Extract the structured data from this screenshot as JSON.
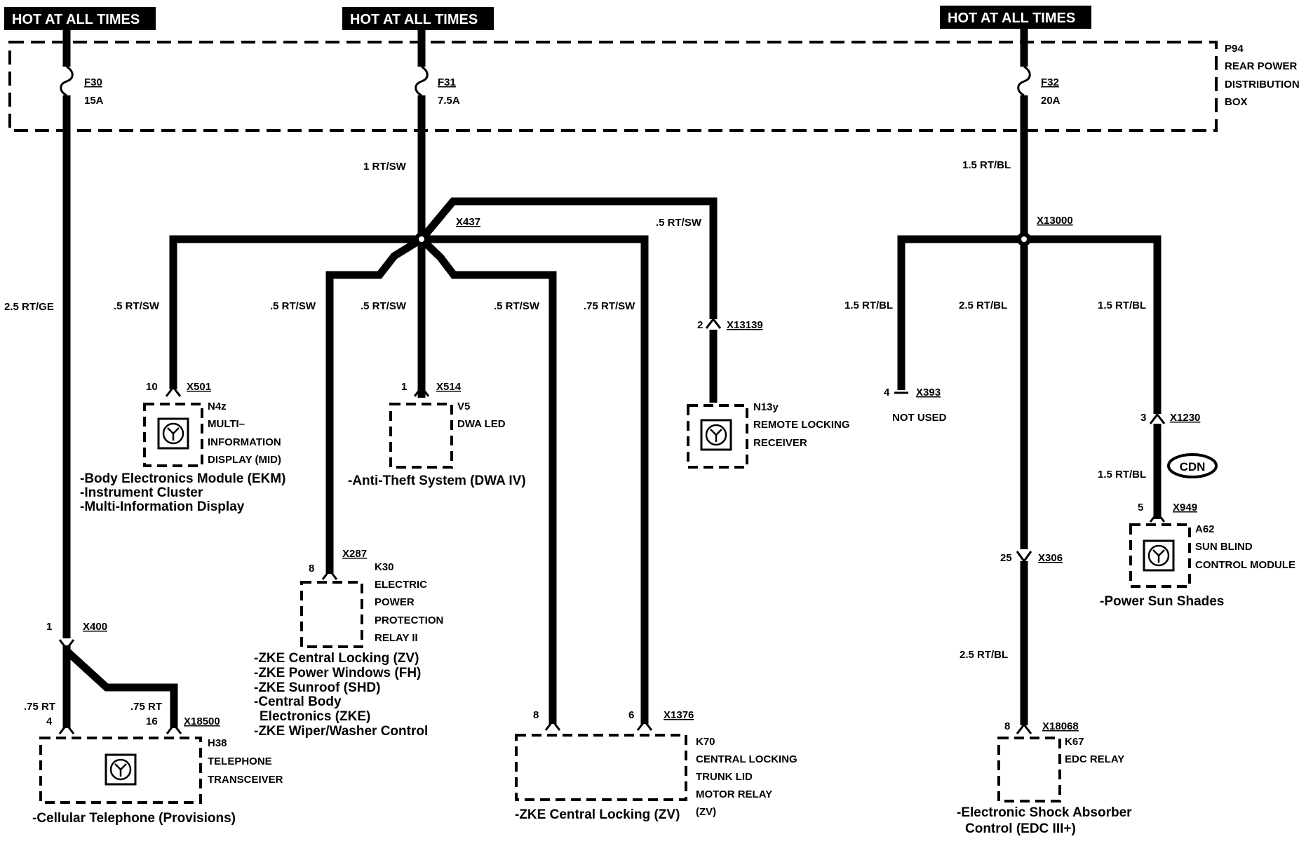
{
  "headers": {
    "left": "HOT AT ALL TIMES",
    "middle": "HOT AT ALL TIMES",
    "right": "HOT AT ALL TIMES"
  },
  "distribution_box": {
    "id": "P94",
    "name_lines": [
      "REAR POWER",
      "DISTRIBUTION",
      "BOX"
    ]
  },
  "fuses": [
    {
      "id": "F30",
      "rating": "15A"
    },
    {
      "id": "F31",
      "rating": "7.5A"
    },
    {
      "id": "F32",
      "rating": "20A"
    }
  ],
  "wires": {
    "w_f30": "2.5 RT/GE",
    "w_f31": "1 RT/SW",
    "w_f32": "1.5 RT/BL",
    "w_mid": ".5 RT/SW",
    "w_zv_relay": ".5 RT/SW",
    "w_dwa": ".5 RT/SW",
    "w_trunk8": ".5 RT/SW",
    "w_trunk6": ".75 RT/SW",
    "w_remote": ".5 RT/SW",
    "w_notused": "1.5 RT/BL",
    "w_edc_top": "2.5 RT/BL",
    "w_sun_top": "1.5 RT/BL",
    "w_sun_bottom": "1.5 RT/BL",
    "w_edc_bottom": "2.5 RT/BL",
    "w_tel4": ".75 RT",
    "w_tel16": ".75 RT"
  },
  "splices": {
    "s1": "X437",
    "s2": "X13000"
  },
  "connectors": {
    "mid": {
      "pin": "10",
      "id": "X501"
    },
    "dwa": {
      "pin": "1",
      "id": "X514"
    },
    "remote": {
      "pin": "2",
      "id": "X13139"
    },
    "notused": {
      "pin": "4",
      "id": "X393"
    },
    "sun_top": {
      "pin": "3",
      "id": "X1230"
    },
    "sun": {
      "pin": "5",
      "id": "X949"
    },
    "edc_mid": {
      "pin": "25",
      "id": "X306"
    },
    "edc": {
      "pin": "8",
      "id": "X18068"
    },
    "relay": {
      "pin": "8",
      "id": "X287"
    },
    "tel_top": {
      "pin": "1",
      "id": "X400"
    },
    "tel": {
      "pin4": "4",
      "pin16": "16",
      "id": "X18500"
    },
    "trunk": {
      "pin8": "8",
      "pin6": "6",
      "id": "X1376"
    }
  },
  "components": {
    "mid": {
      "id": "N4z",
      "lines": [
        "MULTI–",
        "INFORMATION",
        "DISPLAY (MID)"
      ]
    },
    "dwa": {
      "id": "V5",
      "lines": [
        "DWA LED"
      ]
    },
    "remote": {
      "id": "N13y",
      "lines": [
        "REMOTE LOCKING",
        "RECEIVER"
      ]
    },
    "sun": {
      "id": "A62",
      "lines": [
        "SUN BLIND",
        "CONTROL MODULE"
      ]
    },
    "edc": {
      "id": "K67",
      "lines": [
        "EDC RELAY"
      ]
    },
    "relay": {
      "id": "K30",
      "lines": [
        "ELECTRIC",
        "POWER",
        "PROTECTION",
        "RELAY II"
      ]
    },
    "tel": {
      "id": "H38",
      "lines": [
        "TELEPHONE",
        "TRANSCEIVER"
      ]
    },
    "trunk": {
      "id": "K70",
      "lines": [
        "CENTRAL LOCKING",
        "TRUNK LID",
        "MOTOR RELAY",
        "(ZV)"
      ]
    }
  },
  "not_used": "NOT USED",
  "cdn": "CDN",
  "systems": {
    "mid": [
      "-Body Electronics Module (EKM)",
      "-Instrument Cluster",
      "-Multi-Information Display"
    ],
    "dwa": [
      "-Anti-Theft System (DWA IV)"
    ],
    "sun": [
      "-Power Sun Shades"
    ],
    "relay": [
      "-ZKE Central Locking (ZV)",
      "-ZKE Power Windows (FH)",
      "-ZKE Sunroof (SHD)",
      "-Central Body",
      "Electronics (ZKE)",
      "-ZKE  Wiper/Washer Control"
    ],
    "tel": [
      "-Cellular Telephone (Provisions)"
    ],
    "trunk": [
      "-ZKE Central Locking (ZV)"
    ],
    "edc": [
      "-Electronic Shock Absorber",
      "Control (EDC III+)"
    ]
  }
}
